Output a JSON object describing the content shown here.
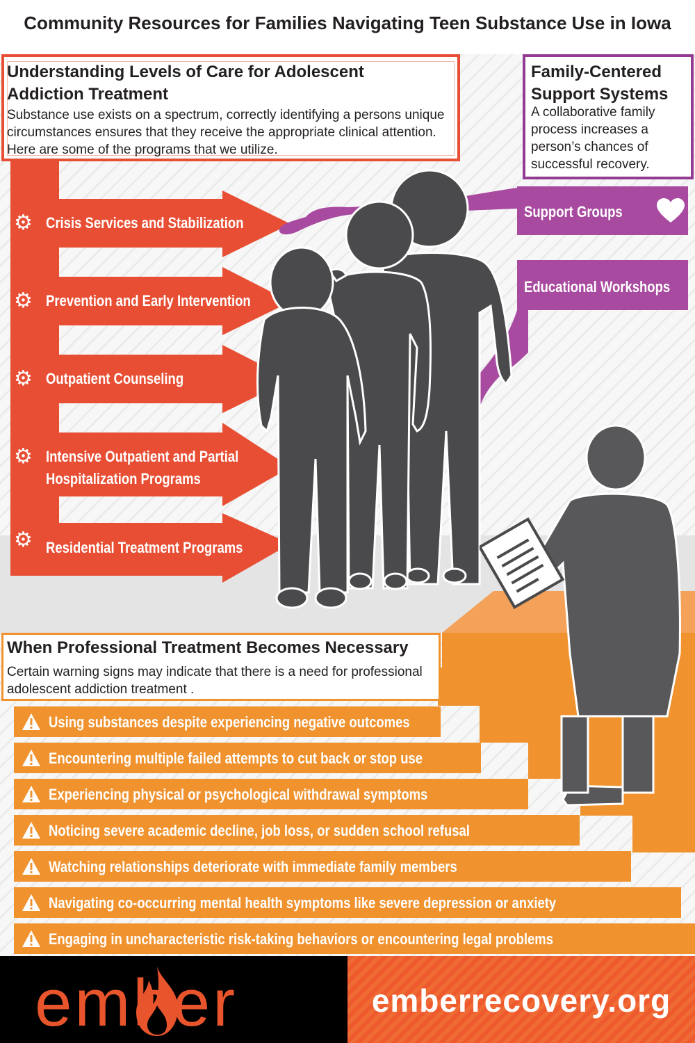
{
  "header": {
    "title": "Community Resources for Families Navigating Teen Substance Use in Iowa"
  },
  "levels_of_care": {
    "title": "Understanding Levels of Care for Adolescent Addiction Treatment",
    "description": "Substance use exists on a spectrum, correctly identifying a persons unique circumstances ensures that they receive the appropriate clinical attention. Here are some of the programs that we utilize.",
    "items": [
      {
        "label": "Crisis Services and Stabilization",
        "icon": "gear-icon"
      },
      {
        "label": "Prevention and Early Intervention",
        "icon": "gear-icon"
      },
      {
        "label": "Outpatient Counseling",
        "icon": "gear-icon"
      },
      {
        "label_line1": "Intensive Outpatient and Partial",
        "label_line2": "Hospitalization Programs",
        "icon": "gear-icon"
      },
      {
        "label": "Residential Treatment Programs",
        "icon": "gear-icon"
      }
    ]
  },
  "family_support": {
    "title": "Family-Centered Support Systems",
    "description": "A collaborative family process increases a person’s chances of successful recovery.",
    "items": [
      {
        "label": "Support Groups",
        "icon": "heart-icon"
      },
      {
        "label": "Educational Workshops"
      }
    ]
  },
  "professional_treatment": {
    "title": "When Professional Treatment Becomes Necessary",
    "description": "Certain warning signs may indicate that there is a need for professional adolescent addiction treatment .",
    "signs": [
      "Using substances despite experiencing negative outcomes",
      "Encountering multiple failed attempts to cut back or stop use",
      "Experiencing physical or psychological withdrawal symptoms",
      "Noticing severe academic decline, job loss, or sudden school refusal",
      "Watching relationships deteriorate with immediate family members",
      "Navigating co-occurring mental health symptoms like severe depression or anxiety",
      "Engaging in uncharacteristic risk-taking behaviors or encountering legal problems"
    ]
  },
  "footer": {
    "logo_text": "ember",
    "url": "emberrecovery.org"
  },
  "colors": {
    "red": "#e84e33",
    "purple": "#a84aa0",
    "orange": "#f0922e",
    "figure_gray": "#4a4a4c",
    "footer_orange": "#ee5a2e"
  }
}
